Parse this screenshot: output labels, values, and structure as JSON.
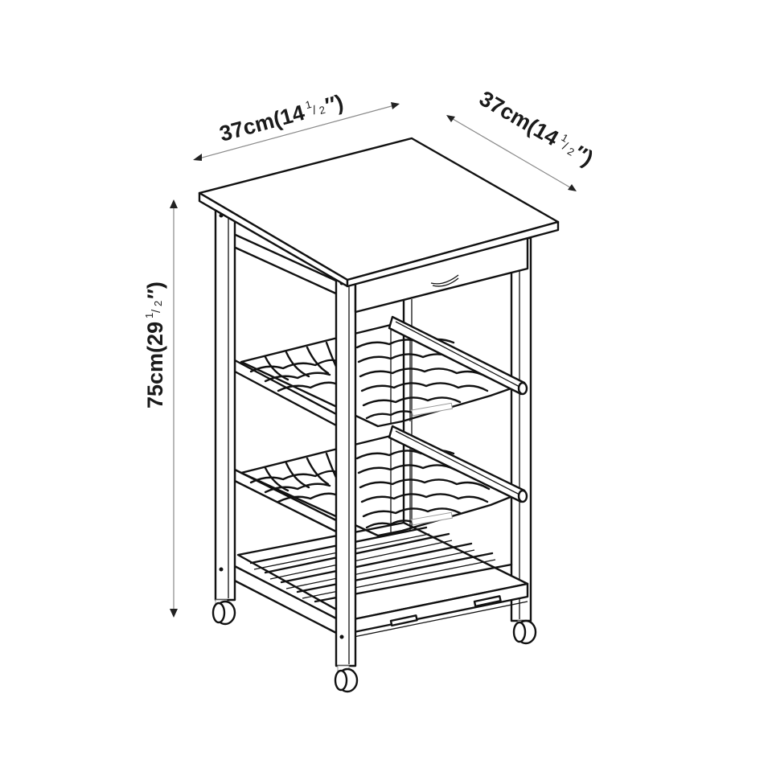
{
  "figure": {
    "subject": "Kitchen trolley cart with drawer, two wire wine baskets, slatted bottom shelf and four castor wheels",
    "style": "black line art on white background"
  },
  "dimensions": {
    "width": {
      "label_main": "37cm(14",
      "fraction_num": "1",
      "fraction_den": "2",
      "label_tail": "″)",
      "full_text": "37cm(14½″)",
      "value_cm": 37,
      "value_in": 14.5
    },
    "depth": {
      "label_main": "37cm(14",
      "fraction_num": "1",
      "fraction_den": "2",
      "label_tail": "″)",
      "full_text": "37cm(14½″)",
      "value_cm": 37,
      "value_in": 14.5
    },
    "height": {
      "label_main": "75cm(29",
      "fraction_num": "1",
      "fraction_den": "2",
      "label_tail": "″)",
      "full_text": "75cm(29½″)",
      "value_cm": 75,
      "value_in": 29.5
    }
  },
  "parts": {
    "top": "table-top",
    "drawer": "front drawer with curved handle",
    "baskets": [
      "upper wine basket",
      "lower wine basket"
    ],
    "shelf": "slatted bottom shelf",
    "wheels": 4
  },
  "colors": {
    "line": "#111111",
    "dimension_line": "#8a8a8a",
    "background": "#ffffff"
  }
}
